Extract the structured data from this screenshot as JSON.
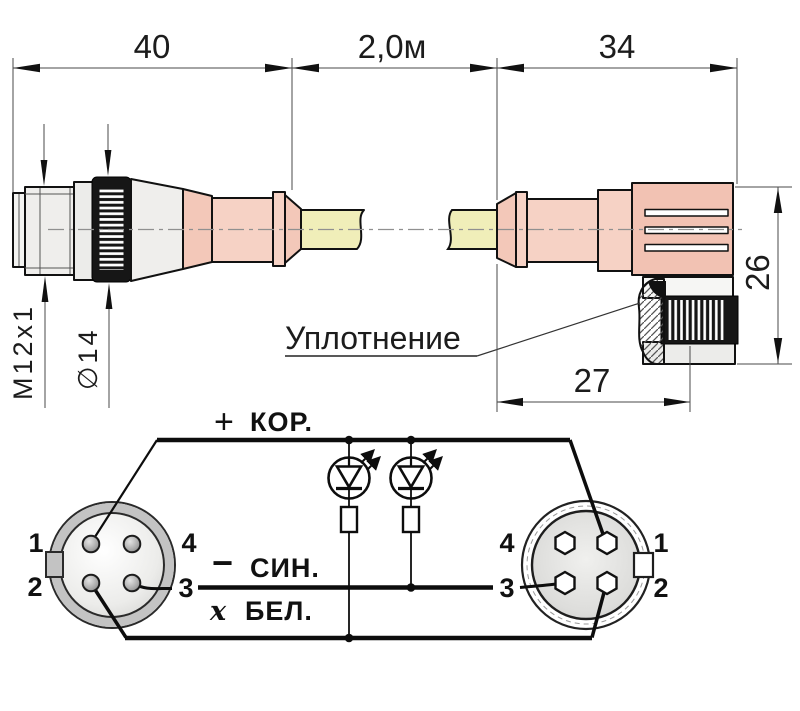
{
  "drawing": {
    "dim_40": "40",
    "dim_cable": "2,0м",
    "dim_34": "34",
    "dim_26": "26",
    "dim_27": "27",
    "thread_label": "M12x1",
    "diameter_label": "∅14",
    "seal_label": "Уплотнение"
  },
  "schematic": {
    "plus_sign": "+",
    "brown_wire": "КОР.",
    "minus_sign": "−",
    "blue_wire": "СИН.",
    "output_sign": "x",
    "white_wire": "БЕЛ.",
    "left_pins": {
      "tl": "1",
      "tr": "4",
      "bl": "2",
      "br": "3"
    },
    "right_pins": {
      "tl": "4",
      "tr": "1",
      "bl": "3",
      "br": "2"
    }
  },
  "colors": {
    "connector_pink": "#f6d2c5",
    "boot_pink": "#f3c8b9",
    "block_pink": "#f2c2b3",
    "cable_yellow": "#f0eeb9",
    "metal_gray": "#efeeec",
    "knurl_black": "#161616",
    "wire_black": "#0d0d0d"
  }
}
